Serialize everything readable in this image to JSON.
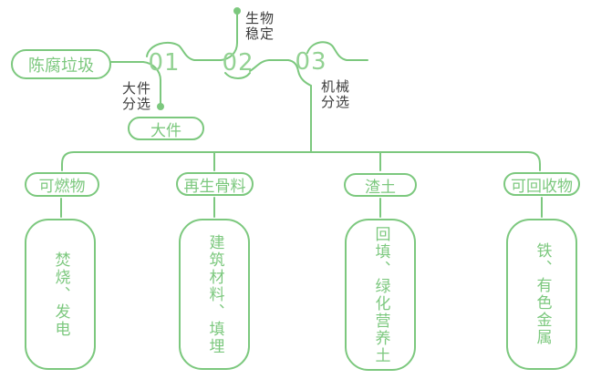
{
  "palette": {
    "green": "#7cc87e",
    "green_number": "#93d293",
    "text_dark": "#3d3d3d"
  },
  "flow": {
    "source_label": "陈腐垃圾",
    "steps": [
      {
        "number": "01",
        "label": "大件\n分选"
      },
      {
        "number": "02",
        "label": "生物\n稳定"
      },
      {
        "number": "03",
        "label": "机械\n分选"
      }
    ],
    "bulky_output_label": "大件"
  },
  "outputs": [
    {
      "category": "可燃物",
      "use": "焚烧、发电"
    },
    {
      "category": "再生骨料",
      "use": "建筑材料、填埋"
    },
    {
      "category": "渣土",
      "use": "回填、绿化营养土"
    },
    {
      "category": "可回收物",
      "use": "铁、有色金属"
    }
  ]
}
